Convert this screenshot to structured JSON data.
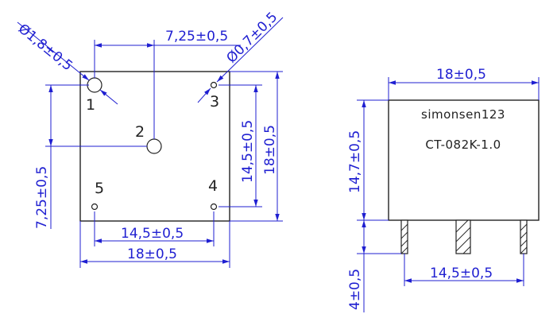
{
  "top_view": {
    "pin_labels": [
      "1",
      "2",
      "3",
      "4",
      "5"
    ],
    "dims": {
      "hole_large": "Ø1,8±0,5",
      "hole_small": "Ø0,7±0,5",
      "pin2_x": "7,25±0,5",
      "pin2_y": "7,25±0,5",
      "pins_x": "14,5±0,5",
      "body_x": "18±0,5",
      "pins_y": "14,5±0,5",
      "body_y": "18±0,5"
    }
  },
  "side_view": {
    "marking_line1": "simonsen123",
    "marking_line2": "CT-082K-1.0",
    "dims": {
      "body_width": "18±0,5",
      "body_height": "14,7±0,5",
      "pin_length": "4±0,5",
      "pin_spacing": "14,5±0,5"
    }
  },
  "colors": {
    "dimension": "#1f1fd1",
    "outline": "#222222"
  }
}
